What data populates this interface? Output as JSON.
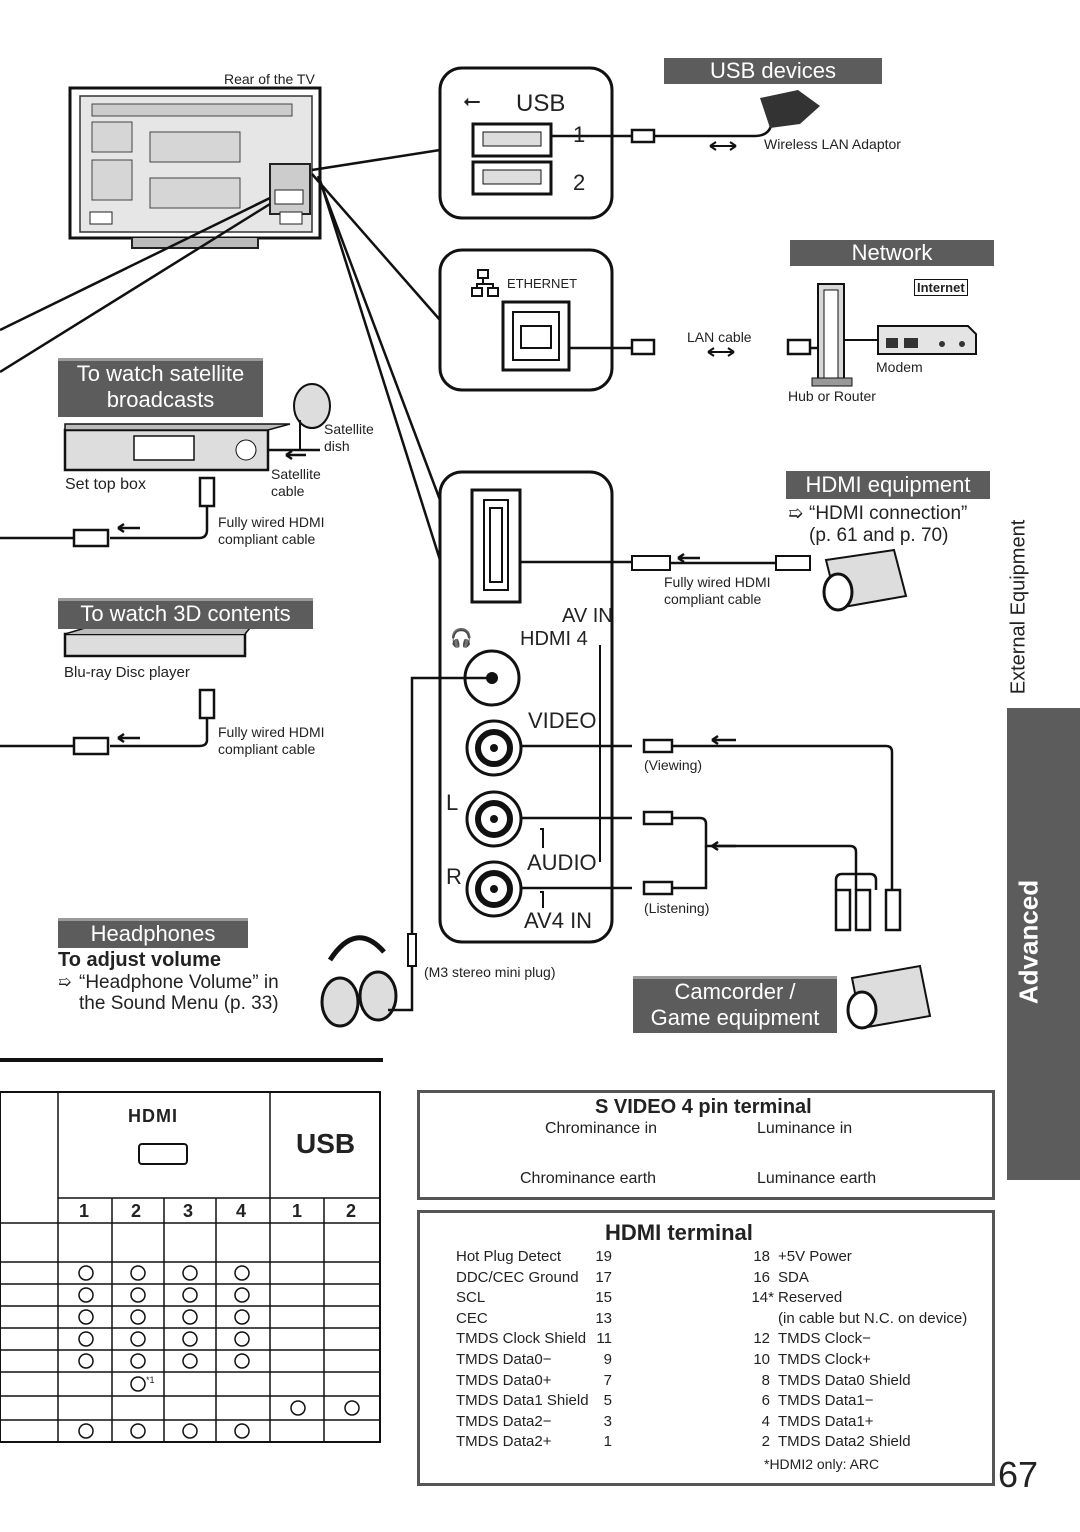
{
  "tv": {
    "rear_label": "Rear of the TV"
  },
  "usb_panel": {
    "title": "USB",
    "port1": "1",
    "port2": "2"
  },
  "usb_devices": {
    "heading": "USB devices",
    "device": "Wireless LAN Adaptor"
  },
  "ethernet_panel": {
    "title": "ETHERNET"
  },
  "network": {
    "heading": "Network",
    "internet": "Internet",
    "cable": "LAN cable",
    "modem": "Modem",
    "router": "Hub or Router"
  },
  "satellite": {
    "heading_line1": "To watch satellite",
    "heading_line2": "broadcasts",
    "dish_line1": "Satellite",
    "dish_line2": "dish",
    "cable_line1": "Satellite",
    "cable_line2": "cable",
    "set_top_box": "Set top box",
    "hdmi_cable_line1": "Fully wired HDMI",
    "hdmi_cable_line2": "compliant cable"
  },
  "hdmi_equipment": {
    "heading": "HDMI equipment",
    "ref_line1": "“HDMI connection”",
    "ref_line2": "(p. 61 and p. 70)",
    "cable_line1": "Fully wired HDMI",
    "cable_line2": "compliant cable"
  },
  "threed": {
    "heading": "To watch 3D contents",
    "player": "Blu-ray Disc player",
    "cable_line1": "Fully wired HDMI",
    "cable_line2": "compliant cable"
  },
  "av_panel": {
    "av_in": "AV IN",
    "hdmi4": "HDMI 4",
    "video": "VIDEO",
    "l": "L",
    "r": "R",
    "audio": "AUDIO",
    "av4in": "AV4 IN",
    "viewing": "(Viewing)",
    "listening": "(Listening)"
  },
  "headphones": {
    "heading": "Headphones",
    "adjust": "To adjust volume",
    "ref_line1": "“Headphone Volume” in",
    "ref_line2": "the Sound Menu (p. 33)",
    "plug": "(M3 stereo mini plug)"
  },
  "camcorder": {
    "heading_line1": "Camcorder /",
    "heading_line2": "Game equipment"
  },
  "side_tab": {
    "vertical_text": "External Equipment",
    "tab_label": "Advanced"
  },
  "table": {
    "hdmi_logo": "HDMI",
    "usb_label": "USB",
    "numbers": [
      "1",
      "2",
      "3",
      "4",
      "1",
      "2"
    ],
    "footnote_mark": "*1"
  },
  "svideo": {
    "title": "S VIDEO 4 pin terminal",
    "chroma_in": "Chrominance in",
    "luma_in": "Luminance in",
    "chroma_earth": "Chrominance earth",
    "luma_earth": "Luminance earth"
  },
  "hdmi_terminal": {
    "title": "HDMI terminal",
    "left_names": [
      "Hot Plug Detect",
      "DDC/CEC Ground",
      "SCL",
      "CEC",
      "TMDS Clock Shield",
      "TMDS Data0−",
      "TMDS Data0+",
      "TMDS Data1 Shield",
      "TMDS Data2−",
      "TMDS Data2+"
    ],
    "left_nums": [
      "19",
      "17",
      "15",
      "13",
      "11",
      "9",
      "7",
      "5",
      "3",
      "1"
    ],
    "right_nums": [
      "18",
      "16",
      "14*",
      "",
      "12",
      "10",
      "8",
      "6",
      "4",
      "2"
    ],
    "right_names": [
      "+5V Power",
      "SDA",
      "Reserved",
      "(in cable but N.C. on device)",
      "TMDS Clock−",
      "TMDS Clock+",
      "TMDS Data0 Shield",
      "TMDS Data1−",
      "TMDS Data1+",
      "TMDS Data2 Shield"
    ],
    "footnote": "*HDMI2 only: ARC"
  },
  "page_number": "67"
}
